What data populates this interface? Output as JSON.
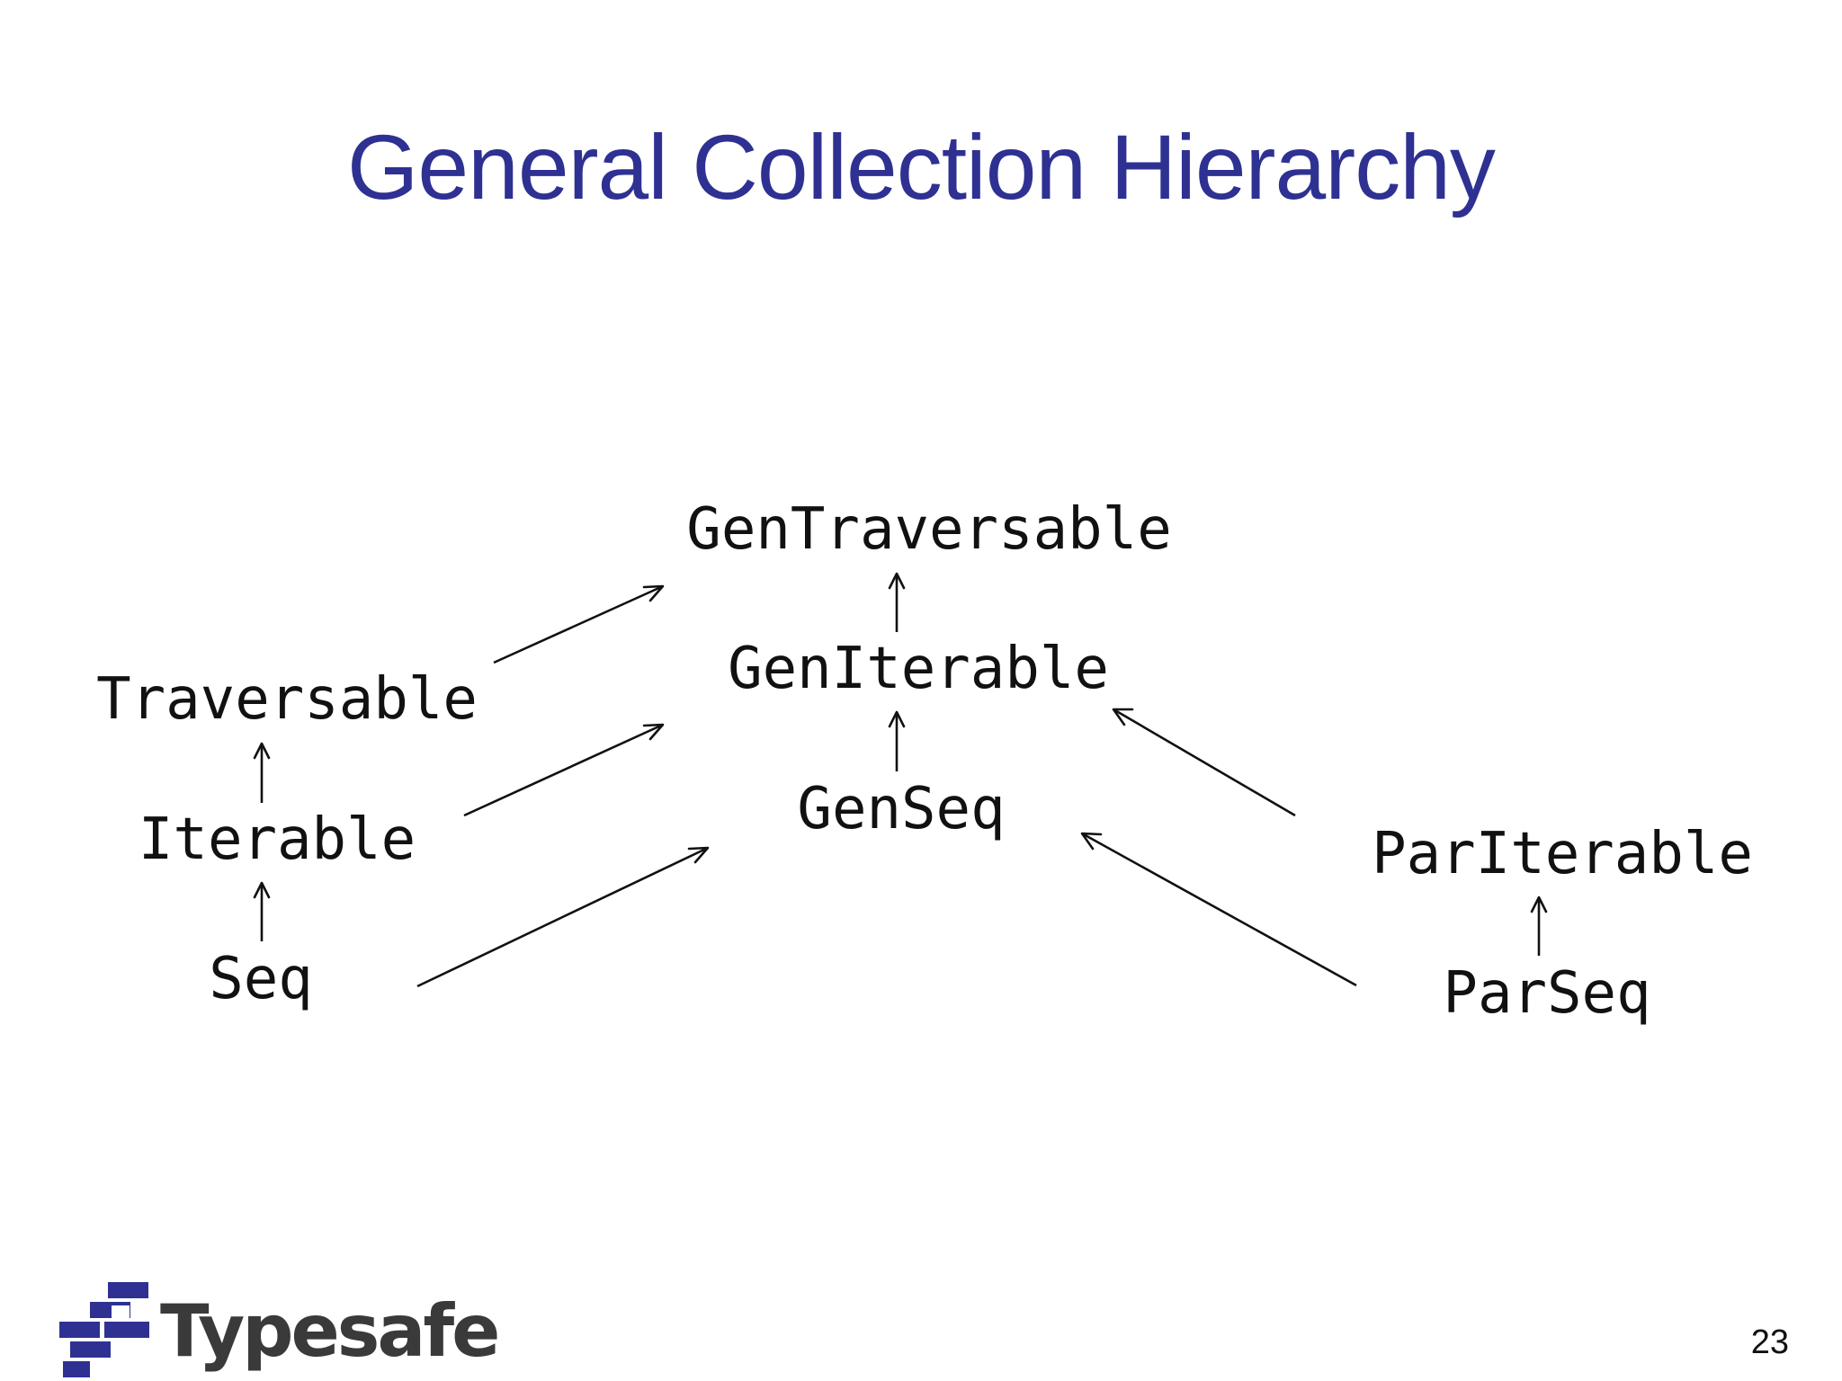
{
  "slide": {
    "title": "General Collection Hierarchy",
    "page_number": "23"
  },
  "logo": {
    "text": "Typesafe",
    "icon": "typesafe-logo-icon",
    "brand_color": "#2e3192"
  },
  "colors": {
    "title": "#2e3192",
    "text": "#111111"
  },
  "diagram": {
    "nodes": [
      {
        "id": "gentraversable",
        "label": "GenTraversable"
      },
      {
        "id": "geniterable",
        "label": "GenIterable"
      },
      {
        "id": "genseq",
        "label": "GenSeq"
      },
      {
        "id": "traversable",
        "label": "Traversable"
      },
      {
        "id": "iterable",
        "label": "Iterable"
      },
      {
        "id": "seq",
        "label": "Seq"
      },
      {
        "id": "pariterable",
        "label": "ParIterable"
      },
      {
        "id": "parseq",
        "label": "ParSeq"
      }
    ],
    "edges": [
      {
        "from": "geniterable",
        "to": "gentraversable"
      },
      {
        "from": "genseq",
        "to": "geniterable"
      },
      {
        "from": "iterable",
        "to": "traversable"
      },
      {
        "from": "seq",
        "to": "iterable"
      },
      {
        "from": "traversable",
        "to": "gentraversable"
      },
      {
        "from": "iterable",
        "to": "geniterable"
      },
      {
        "from": "seq",
        "to": "genseq"
      },
      {
        "from": "pariterable",
        "to": "geniterable"
      },
      {
        "from": "parseq",
        "to": "genseq"
      },
      {
        "from": "parseq",
        "to": "pariterable"
      }
    ]
  }
}
